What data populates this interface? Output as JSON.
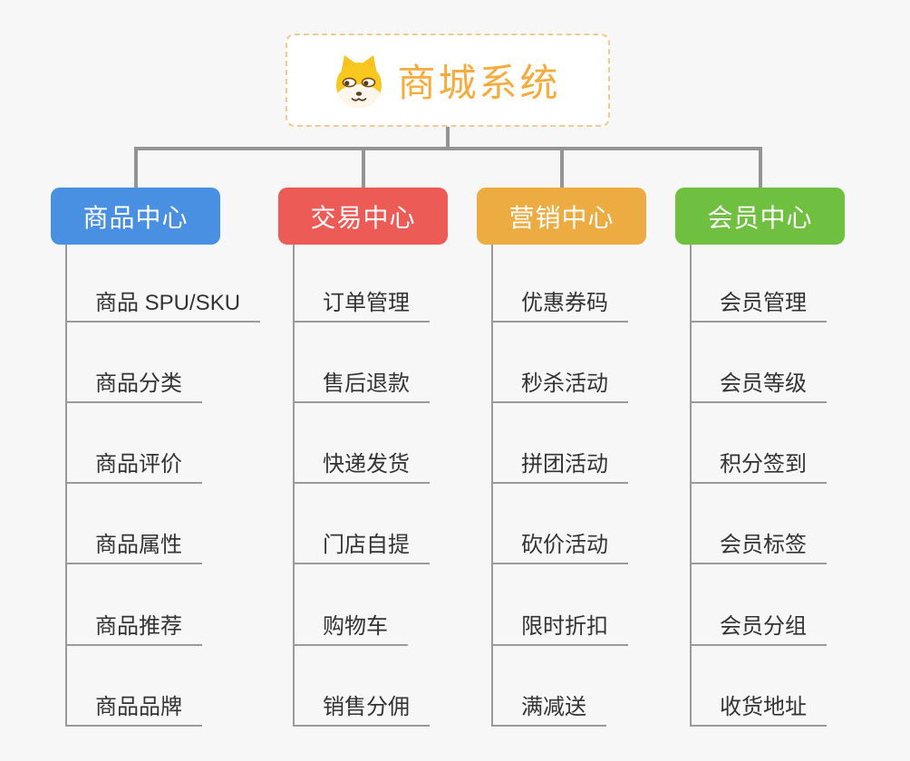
{
  "root": {
    "title": "商城系统",
    "icon": "shiba-dog-icon",
    "title_color": "#f6ab3c",
    "border_color": "#f5c98f"
  },
  "branches": [
    {
      "label": "商品中心",
      "color": "#4a90e2",
      "children": [
        "商品 SPU/SKU",
        "商品分类",
        "商品评价",
        "商品属性",
        "商品推荐",
        "商品品牌"
      ]
    },
    {
      "label": "交易中心",
      "color": "#ec5b56",
      "children": [
        "订单管理",
        "售后退款",
        "快递发货",
        "门店自提",
        "购物车",
        "销售分佣"
      ]
    },
    {
      "label": "营销中心",
      "color": "#ecac41",
      "children": [
        "优惠券码",
        "秒杀活动",
        "拼团活动",
        "砍价活动",
        "限时折扣",
        "满减送"
      ]
    },
    {
      "label": "会员中心",
      "color": "#6fbf40",
      "children": [
        "会员管理",
        "会员等级",
        "积分签到",
        "会员标签",
        "会员分组",
        "收货地址"
      ]
    }
  ]
}
